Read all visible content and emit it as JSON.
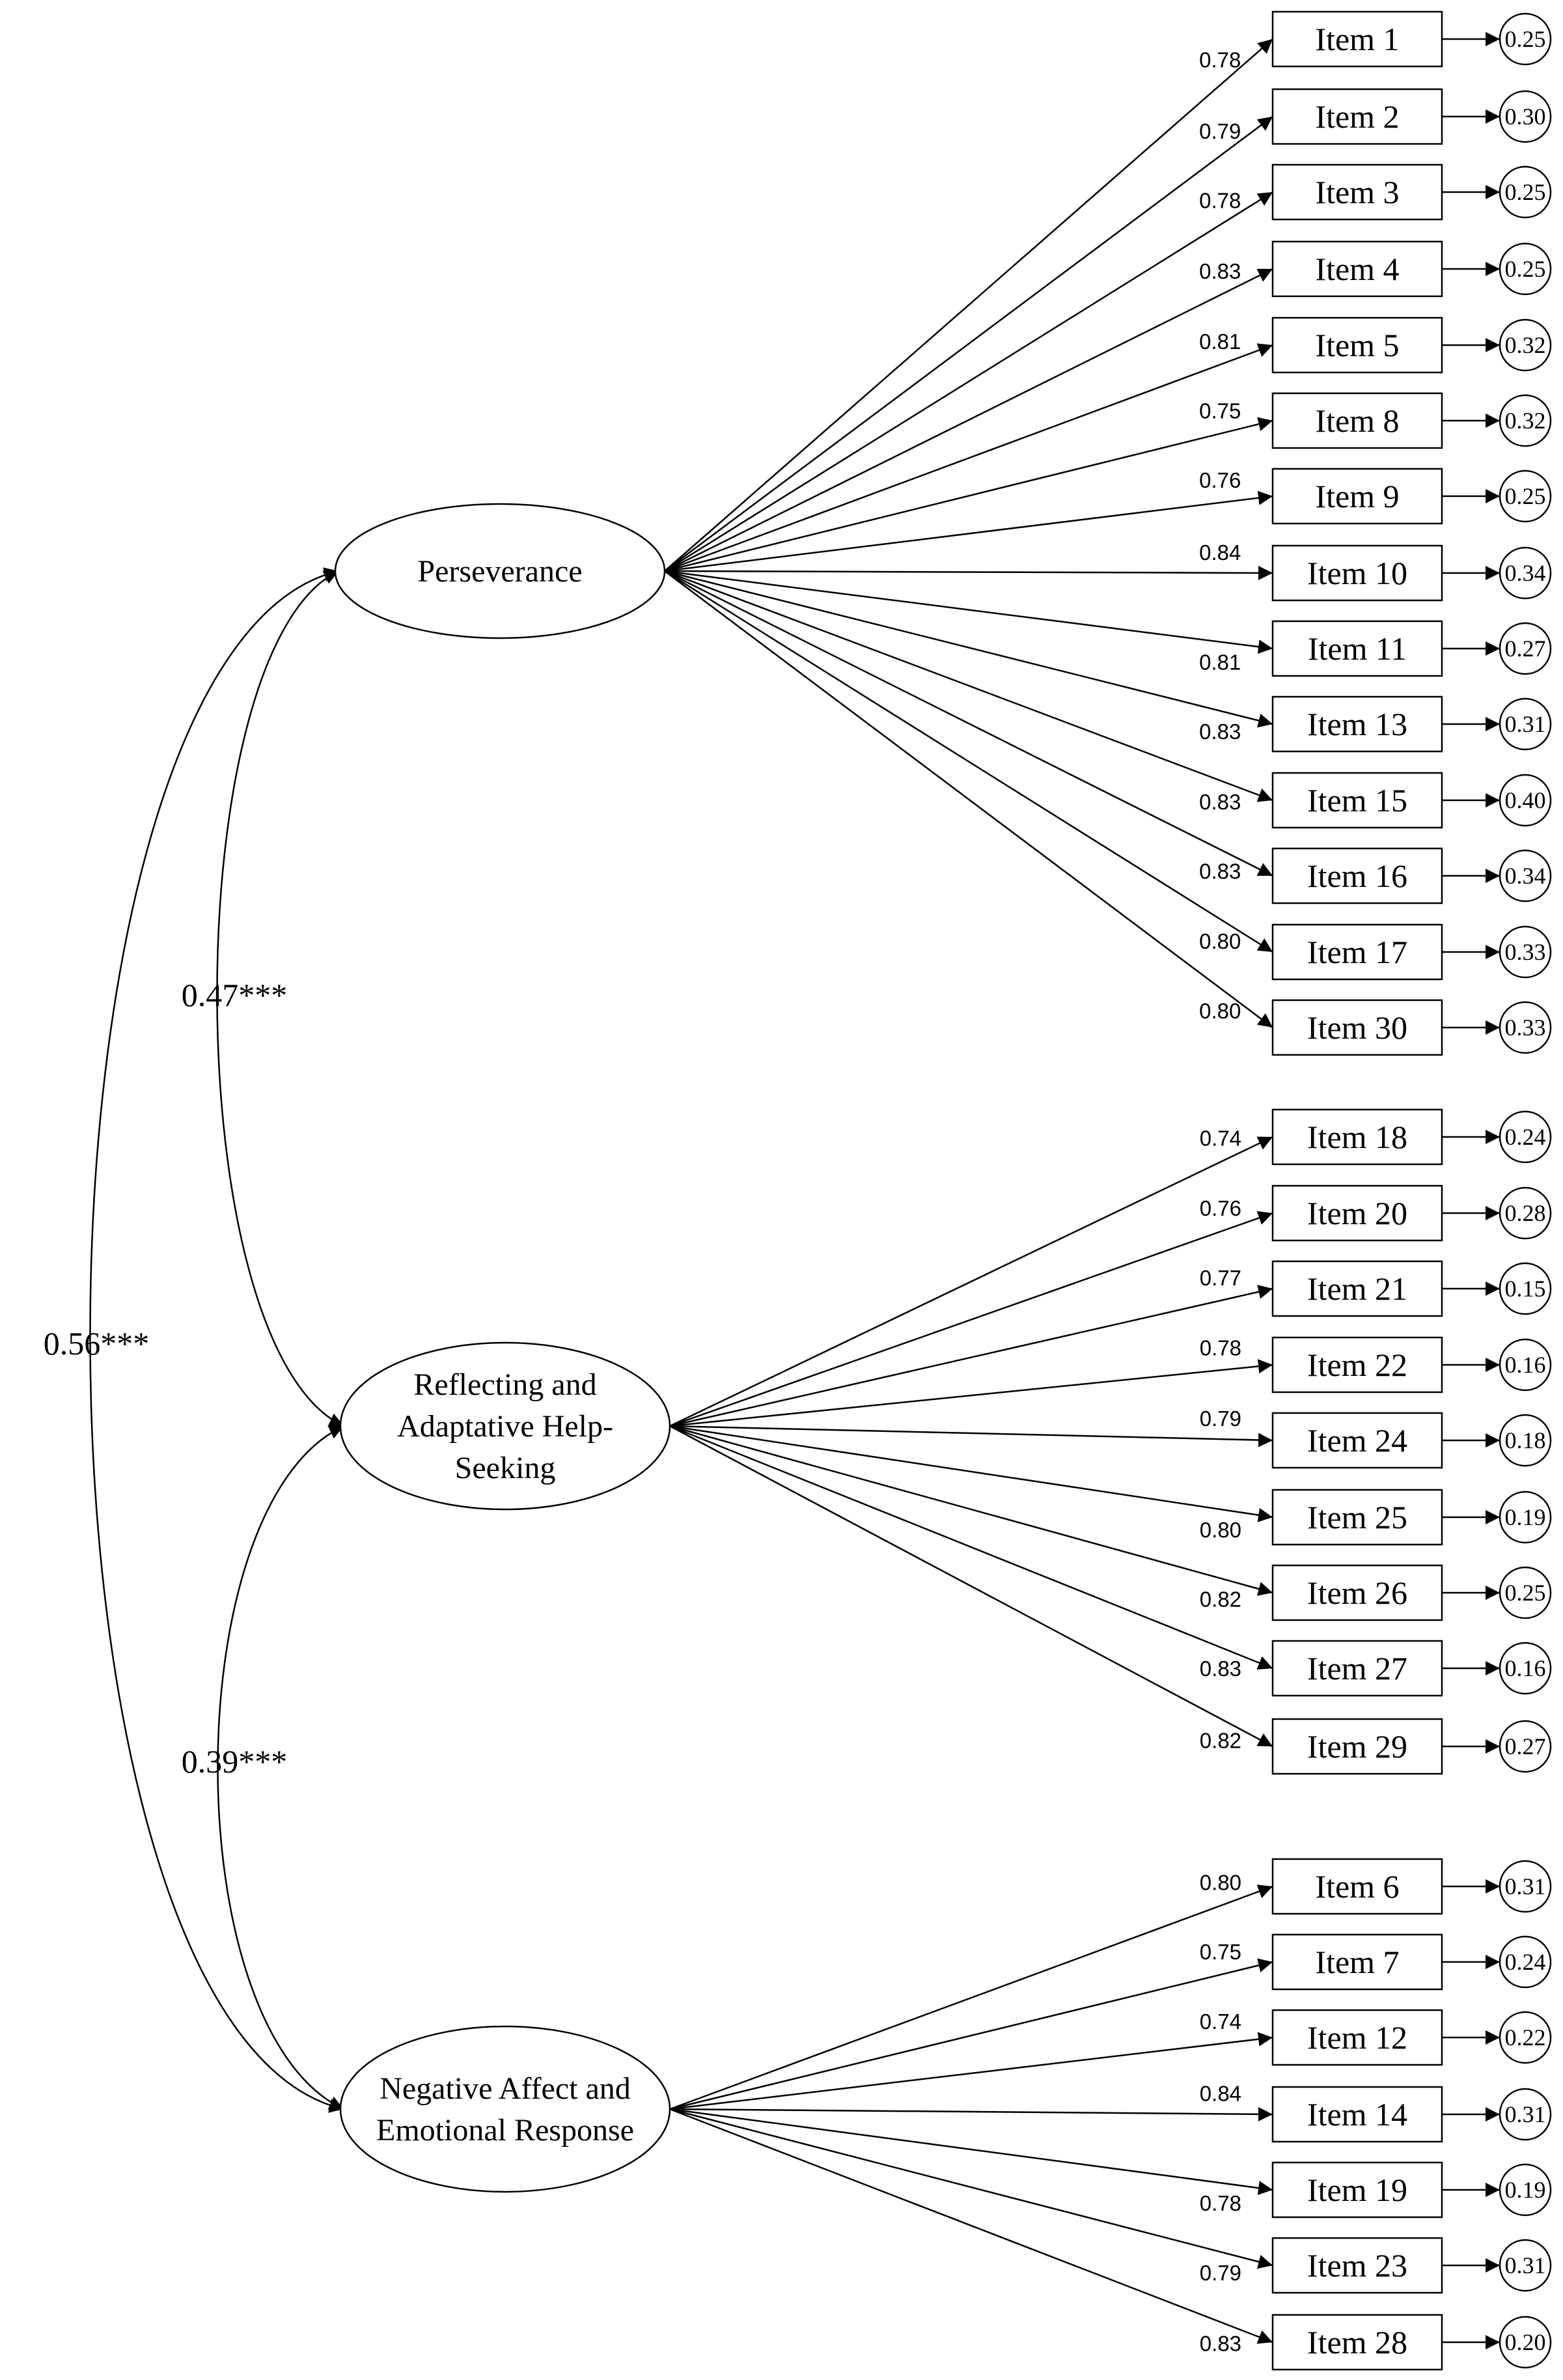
{
  "factors": [
    {
      "lines": [
        "Perseverance"
      ],
      "items": [
        {
          "label": "Item 1",
          "loading": "0.78",
          "error": "0.25"
        },
        {
          "label": "Item 2",
          "loading": "0.79",
          "error": "0.30"
        },
        {
          "label": "Item 3",
          "loading": "0.78",
          "error": "0.25"
        },
        {
          "label": "Item 4",
          "loading": "0.83",
          "error": "0.25"
        },
        {
          "label": "Item 5",
          "loading": "0.81",
          "error": "0.32"
        },
        {
          "label": "Item 8",
          "loading": "0.75",
          "error": "0.32"
        },
        {
          "label": "Item 9",
          "loading": "0.76",
          "error": "0.25"
        },
        {
          "label": "Item 10",
          "loading": "0.84",
          "error": "0.34"
        },
        {
          "label": "Item 11",
          "loading": "0.81",
          "error": "0.27"
        },
        {
          "label": "Item 13",
          "loading": "0.83",
          "error": "0.31"
        },
        {
          "label": "Item 15",
          "loading": "0.83",
          "error": "0.40"
        },
        {
          "label": "Item 16",
          "loading": "0.83",
          "error": "0.34"
        },
        {
          "label": "Item 17",
          "loading": "0.80",
          "error": "0.33"
        },
        {
          "label": "Item 30",
          "loading": "0.80",
          "error": "0.33"
        }
      ]
    },
    {
      "lines": [
        "Reflecting and",
        "Adaptative Help-",
        "Seeking"
      ],
      "items": [
        {
          "label": "Item 18",
          "loading": "0.74",
          "error": "0.24"
        },
        {
          "label": "Item 20",
          "loading": "0.76",
          "error": "0.28"
        },
        {
          "label": "Item 21",
          "loading": "0.77",
          "error": "0.15"
        },
        {
          "label": "Item 22",
          "loading": "0.78",
          "error": "0.16"
        },
        {
          "label": "Item 24",
          "loading": "0.79",
          "error": "0.18"
        },
        {
          "label": "Item 25",
          "loading": "0.80",
          "error": "0.19"
        },
        {
          "label": "Item 26",
          "loading": "0.82",
          "error": "0.25"
        },
        {
          "label": "Item 27",
          "loading": "0.83",
          "error": "0.16"
        },
        {
          "label": "Item 29",
          "loading": "0.82",
          "error": "0.27"
        }
      ]
    },
    {
      "lines": [
        "Negative Affect and",
        "Emotional Response"
      ],
      "items": [
        {
          "label": "Item 6",
          "loading": "0.80",
          "error": "0.31"
        },
        {
          "label": "Item 7",
          "loading": "0.75",
          "error": "0.24"
        },
        {
          "label": "Item 12",
          "loading": "0.74",
          "error": "0.22"
        },
        {
          "label": "Item 14",
          "loading": "0.84",
          "error": "0.31"
        },
        {
          "label": "Item 19",
          "loading": "0.78",
          "error": "0.19"
        },
        {
          "label": "Item 23",
          "loading": "0.79",
          "error": "0.31"
        },
        {
          "label": "Item 28",
          "loading": "0.83",
          "error": "0.20"
        }
      ]
    }
  ],
  "correlations": [
    {
      "from": 0,
      "to": 1,
      "value": "0.47***"
    },
    {
      "from": 1,
      "to": 2,
      "value": "0.39***"
    },
    {
      "from": 0,
      "to": 2,
      "value": "0.56***"
    }
  ]
}
